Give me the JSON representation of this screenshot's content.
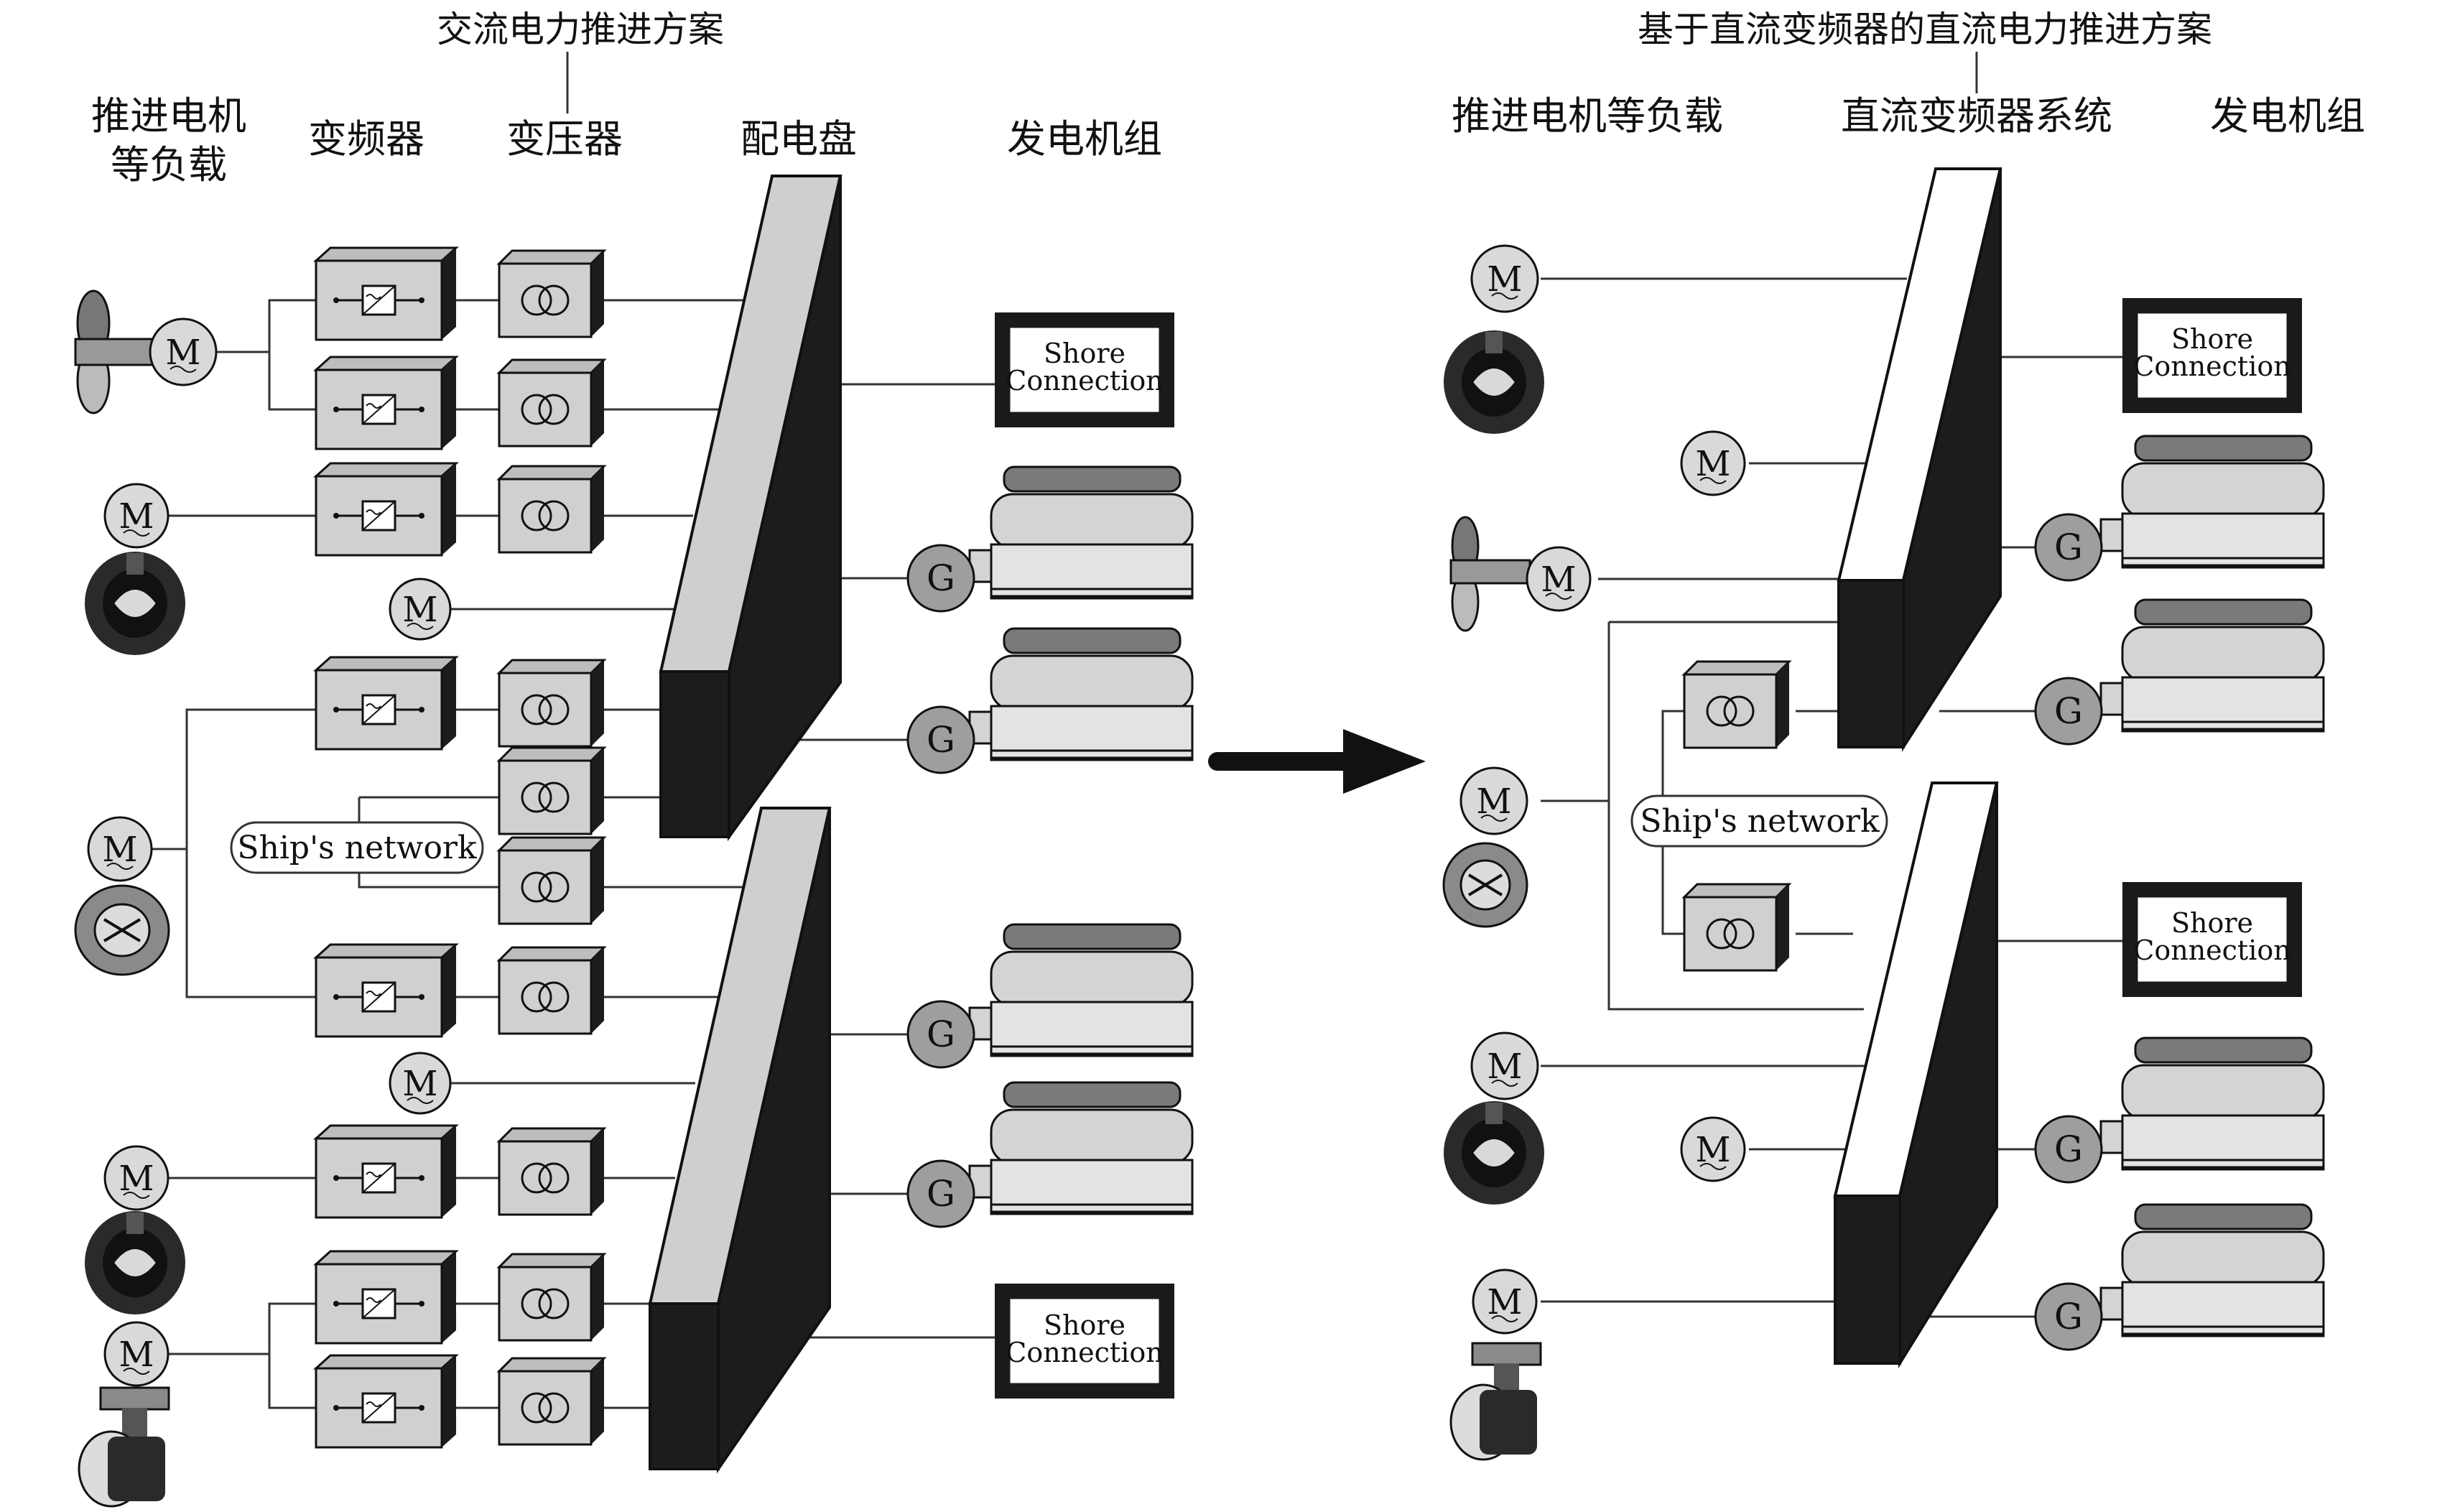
{
  "left": {
    "title": "交流电力推进方案",
    "col_loads_line1": "推进电机",
    "col_loads_line2": "等负载",
    "col_converter": "变频器",
    "col_transformer": "变压器",
    "col_switchboard": "配电盘",
    "col_gensets": "发电机组"
  },
  "right": {
    "title": "基于直流变频器的直流电力推进方案",
    "col_loads": "推进电机等负载",
    "col_dc_system": "直流变频器系统",
    "col_gensets": "发电机组"
  },
  "labels": {
    "motor": "M",
    "generator": "G",
    "shore_line1": "Shore",
    "shore_line2": "Connection",
    "ships_network": "Ship's network"
  },
  "colors": {
    "panel_light": "#cfcfcf",
    "panel_dark": "#1c1c1c",
    "line": "#333333",
    "motor_fill": "#d9d9d9",
    "gen_fill": "#9e9e9e"
  }
}
